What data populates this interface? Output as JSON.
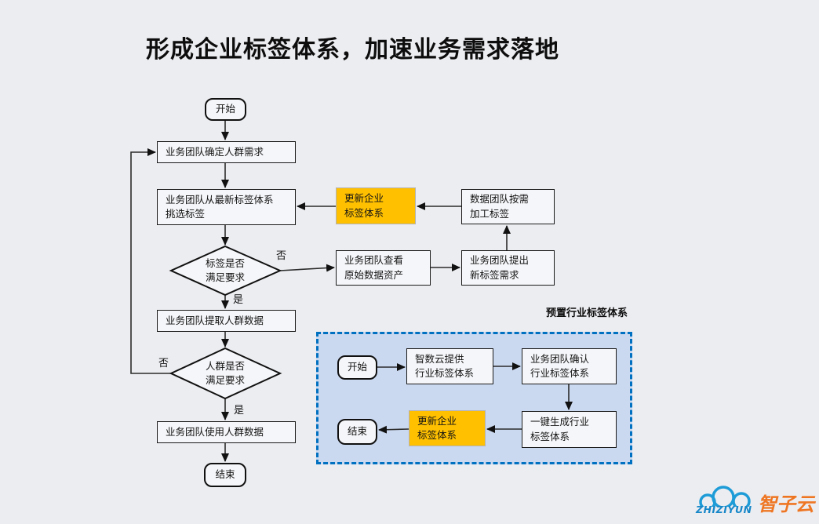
{
  "title": "形成企业标签体系，加速业务需求落地",
  "flow": {
    "start": "开始",
    "determine_demand": "业务团队确定人群需求",
    "pick_tags": "业务团队从最新标签体系\n挑选标签",
    "tag_decision": "标签是否\n满足要求",
    "extract_data": "业务团队提取人群数据",
    "crowd_decision": "人群是否\n满足要求",
    "use_data": "业务团队使用人群数据",
    "end": "结束",
    "update_system": "更新企业\n标签体系",
    "process_tags": "数据团队按需\n加工标签",
    "view_assets": "业务团队查看\n原始数据资产",
    "propose_tags": "业务团队提出\n新标签需求",
    "yes_label": "是",
    "no_label": "否"
  },
  "preset": {
    "section_title": "预置行业标签体系",
    "start": "开始",
    "provide_system": "智数云提供\n行业标签体系",
    "confirm_system": "业务团队确认\n行业标签体系",
    "generate_system": "一键生成行业\n标签体系",
    "update_system": "更新企业\n标签体系",
    "end": "结束"
  },
  "logo": {
    "brand_en": "ZHIZIYUN",
    "brand_cn": "智子云"
  },
  "colors": {
    "accent_orange": "#ffc000",
    "panel_fill_blue": "#cbd9f0",
    "panel_border_blue": "#0070c0",
    "logo_blue": "#1787c8",
    "logo_orange": "#ee7623"
  }
}
